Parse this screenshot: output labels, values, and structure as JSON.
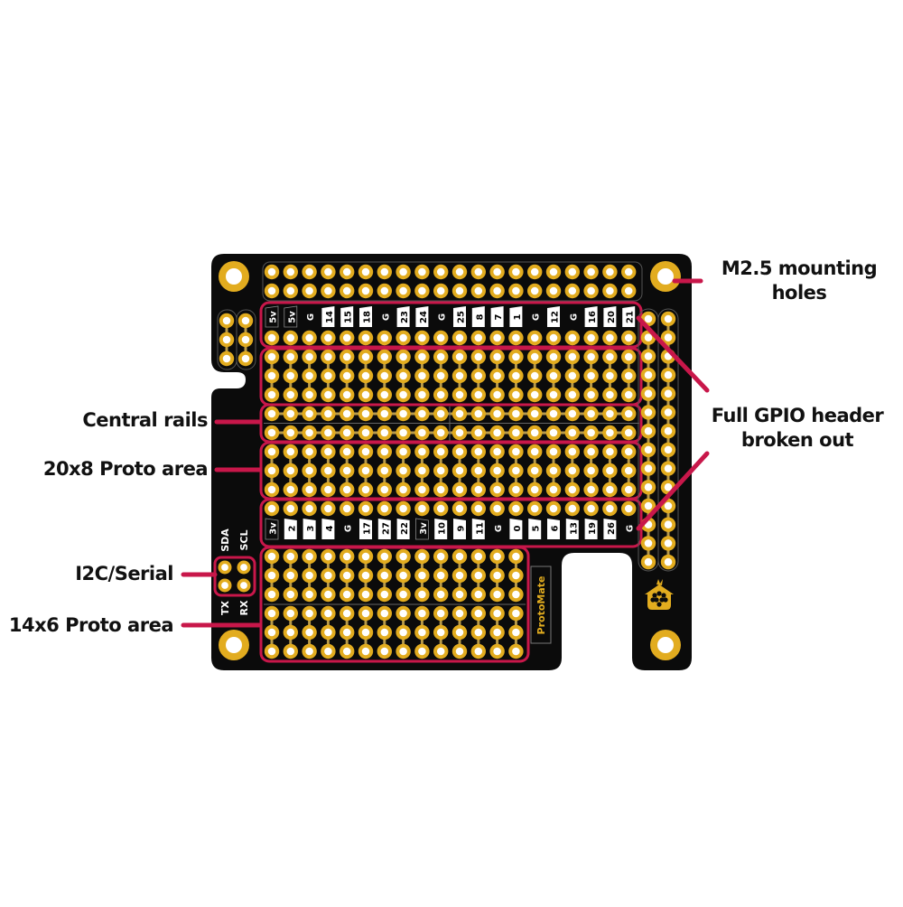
{
  "colors": {
    "board": "#0b0b0b",
    "pad_gold": "#e2ac1f",
    "pad_hole": "#ffffff",
    "trace": "#b89a4a",
    "callout": "#c8174a",
    "silkscreen": "#ffffff",
    "label_text": "#111111"
  },
  "callouts": {
    "mounting_holes": "M2.5 mounting holes",
    "mounting_holes_line1": "M2.5 mounting",
    "mounting_holes_line2": "holes",
    "central_rails": "Central rails",
    "proto_20x8": "20x8 Proto area",
    "gpio_line1": "Full GPIO header",
    "gpio_line2": "broken out",
    "i2c_serial": "I2C/Serial",
    "proto_14x6": "14x6 Proto area"
  },
  "board": {
    "brand": "ProtoMate",
    "logo": "raspberry-house-icon",
    "top_pin_labels": [
      "5v",
      "5v",
      "G",
      "14",
      "15",
      "18",
      "G",
      "23",
      "24",
      "G",
      "25",
      "8",
      "7",
      "1",
      "G",
      "12",
      "G",
      "16",
      "20",
      "21"
    ],
    "top_pin_label_boxed": [
      false,
      false,
      false,
      true,
      true,
      true,
      false,
      true,
      true,
      false,
      true,
      true,
      true,
      true,
      false,
      true,
      false,
      true,
      true,
      true
    ],
    "bottom_pin_labels": [
      "3v",
      "2",
      "3",
      "4",
      "G",
      "17",
      "27",
      "22",
      "3v",
      "10",
      "9",
      "11",
      "G",
      "0",
      "5",
      "6",
      "13",
      "19",
      "26",
      "G"
    ],
    "bottom_pin_label_boxed": [
      false,
      true,
      true,
      true,
      false,
      true,
      true,
      true,
      false,
      true,
      true,
      true,
      false,
      true,
      true,
      true,
      true,
      true,
      true,
      false
    ],
    "i2c_labels_top": [
      "SDA",
      "SCL"
    ],
    "i2c_labels_bottom": [
      "TX",
      "RX"
    ],
    "main_area": {
      "columns": 20,
      "rows": 8,
      "rails": 2
    },
    "small_area": {
      "columns": 14,
      "rows": 6
    },
    "right_header": {
      "columns": 2,
      "rows": 14
    },
    "mounting_holes": 4
  }
}
